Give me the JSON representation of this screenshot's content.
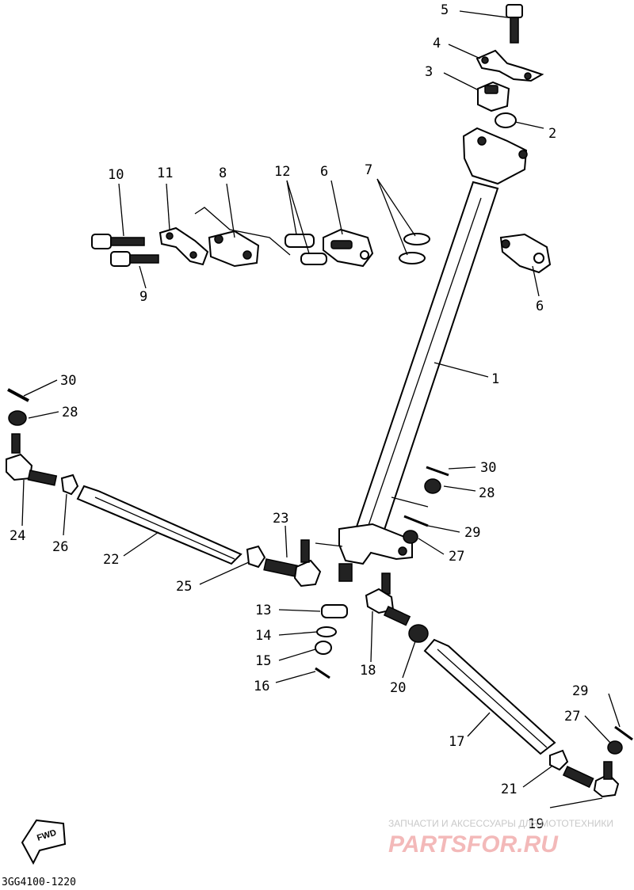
{
  "labels": {
    "p1": "1",
    "p2": "2",
    "p3": "3",
    "p4": "4",
    "p5": "5",
    "p6": "6",
    "p7": "7",
    "p8": "8",
    "p9": "9",
    "p10": "10",
    "p11": "11",
    "p12": "12",
    "p13": "13",
    "p14": "14",
    "p15": "15",
    "p16": "16",
    "p17": "17",
    "p18": "18",
    "p19": "19",
    "p20": "20",
    "p21": "21",
    "p22": "22",
    "p23": "23",
    "p24": "24",
    "p25": "25",
    "p26": "26",
    "p27": "27",
    "p28": "28",
    "p29": "29",
    "p30": "30"
  },
  "diagram_code": "3GG4100-1220",
  "fwd_label": "FWD",
  "watermark": {
    "caption": "ЗАПЧАСТИ И АКСЕССУАРЫ ДЛЯ МОТОТЕХНИКИ",
    "logo": "PARTSFOR.RU"
  }
}
